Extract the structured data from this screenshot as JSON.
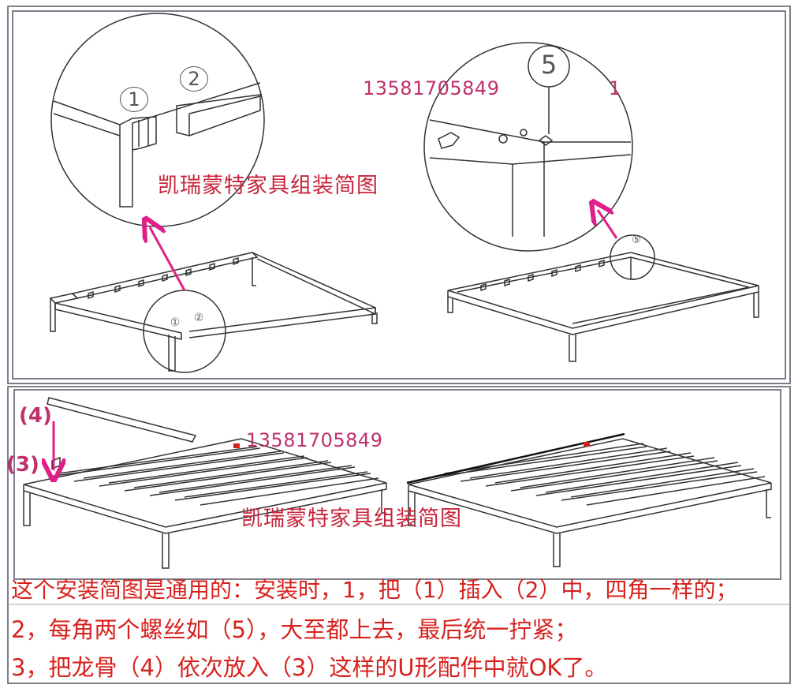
{
  "diagram": {
    "phone_top": "13581705849",
    "phone_bottom": "13581705849",
    "title_top": "凯瑞蒙特家具组装简图",
    "title_bottom": "凯瑞蒙特家具组装简图",
    "top_right_fragment": "1",
    "labels": {
      "part1_large": "1",
      "part2_large": "2",
      "part5_large": "5",
      "part1_small": "①",
      "part2_small": "②",
      "part5_small": "⑤"
    },
    "callouts": {
      "part4": "(4)",
      "part3": "(3)"
    }
  },
  "instructions": [
    "这个安装简图是通用的：安装时，1，把（1）插入（2）中，四角一样的；",
    "2，每角两个螺丝如（5），大至都上去，最后统一拧紧；",
    "3，把龙骨（4）依次放入（3）这样的U形配件中就OK了。"
  ],
  "colors": {
    "line": "#333333",
    "arrow": "#e0208a",
    "red_text": "#d6221e",
    "phone_text": "#c0306a",
    "frame": "#555566"
  }
}
